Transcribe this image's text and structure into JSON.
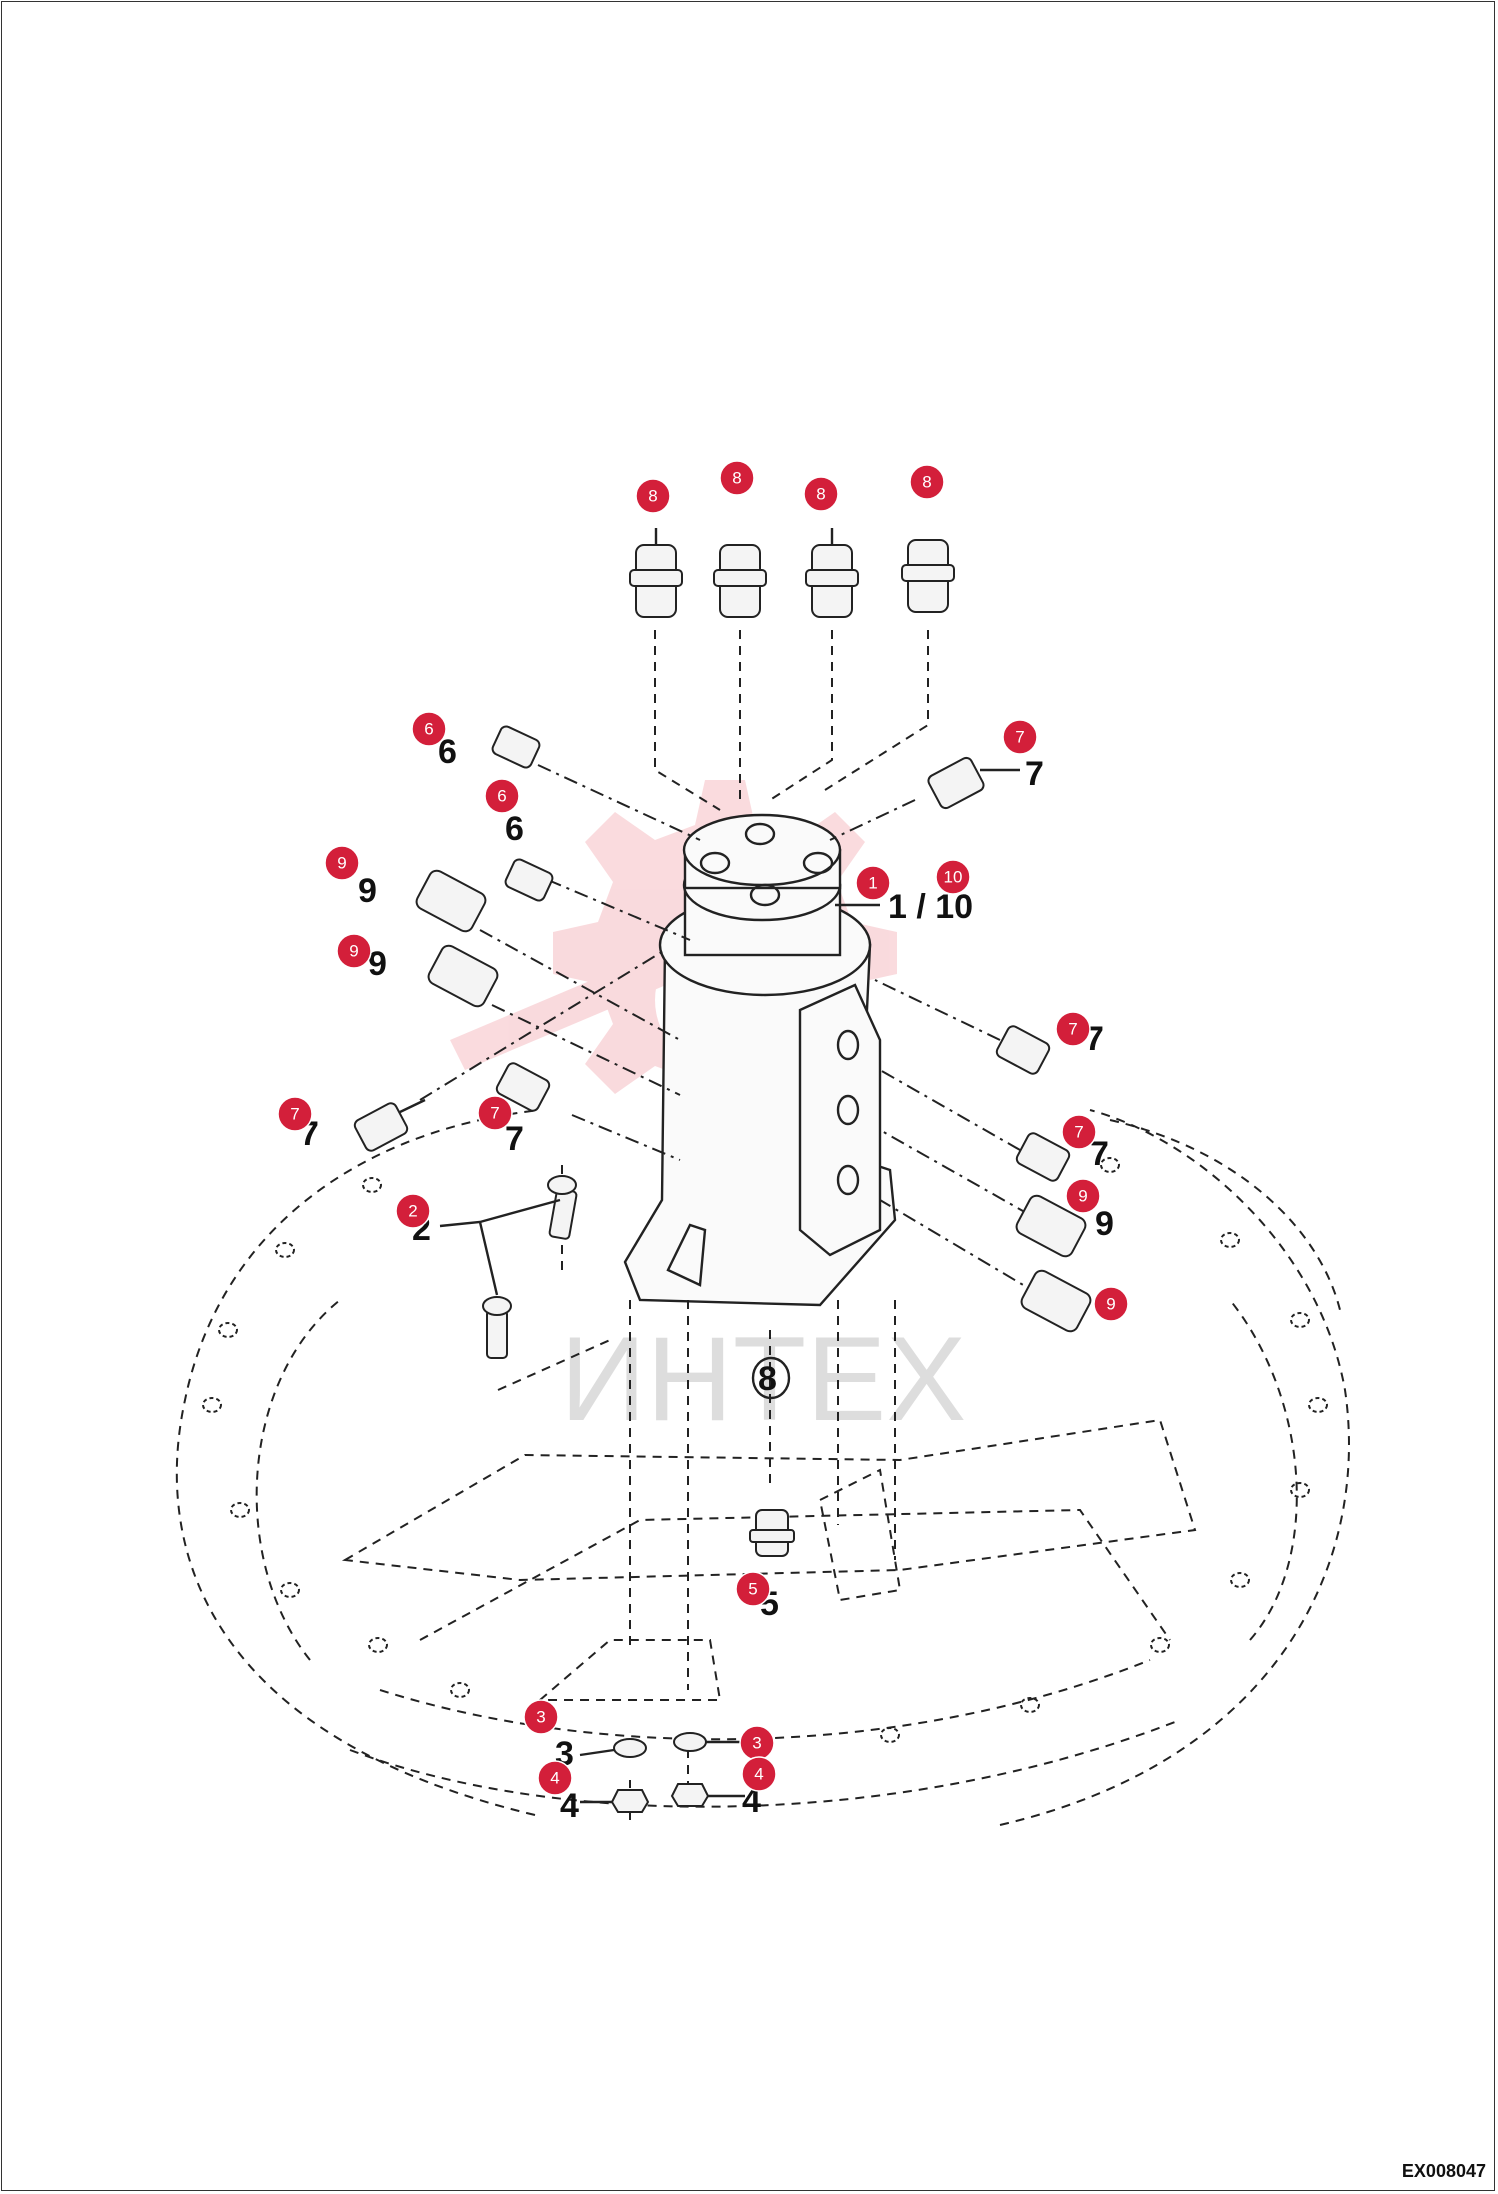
{
  "drawing_code": "EX008047",
  "watermark": {
    "text": "ИНТЕХ"
  },
  "colors": {
    "callout": "#d31f3a",
    "line": "#222222"
  },
  "callouts": {
    "c8a": "8",
    "c8b": "8",
    "c8c": "8",
    "c8d": "8",
    "c6a": "6",
    "c6b": "6",
    "c7a": "7",
    "c7b": "7",
    "c7c": "7",
    "c7d": "7",
    "c7e": "7",
    "c9a": "9",
    "c9b": "9",
    "c9c": "9",
    "c9d": "9",
    "c1": "1",
    "c10": "10",
    "c2": "2",
    "c5": "5",
    "c3a": "3",
    "c3b": "3",
    "c4a": "4",
    "c4b": "4"
  },
  "labels": {
    "l6a": "6",
    "l6b": "6",
    "l9a": "9",
    "l9b": "9",
    "l7a": "7",
    "l7b": "7",
    "l7c": "7",
    "l7d": "7",
    "l7e": "7",
    "l9c": "9",
    "l2": "2",
    "l1_10": "1 / 10",
    "l5": "5",
    "l3a": "3",
    "l4a": "4",
    "l4b": "4",
    "l8_center": "8"
  }
}
